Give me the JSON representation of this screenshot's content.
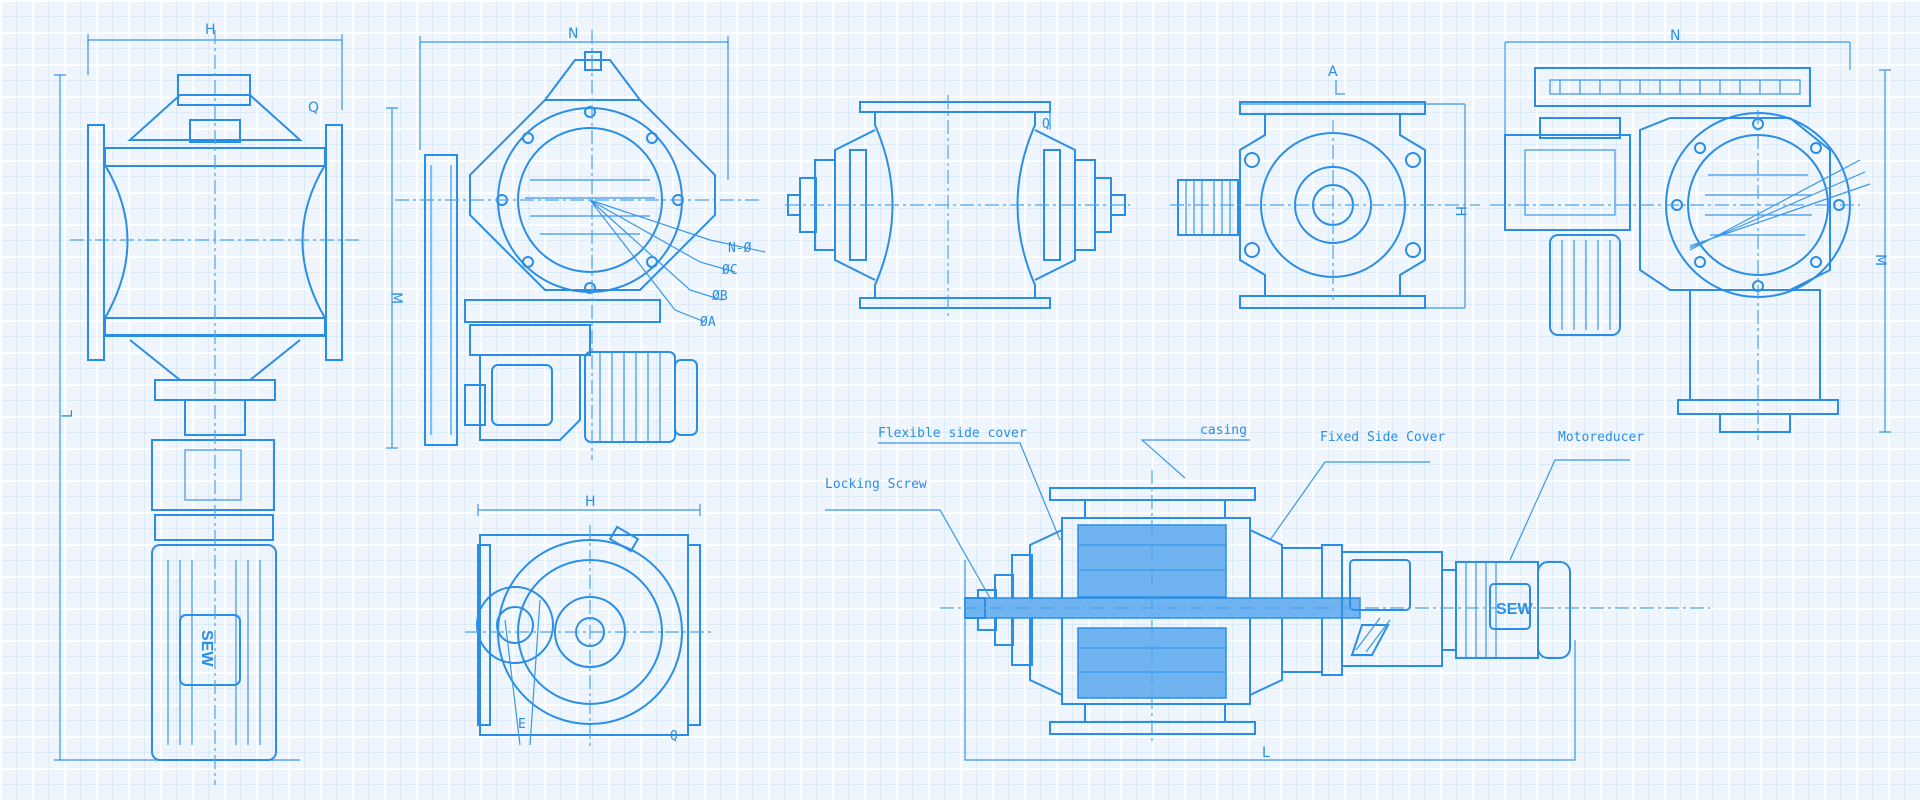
{
  "labels": {
    "flexible_side_cover": "Flexible side cover",
    "casing": "casing",
    "fixed_side_cover": "Fixed Side Cover",
    "motoreducer": "Motoreducer",
    "locking_screw": "Locking Screw"
  },
  "brand": {
    "motor_logo": "SEW"
  },
  "dimensions": {
    "H": "H",
    "N": "N",
    "L": "L",
    "M": "M",
    "A": "A",
    "Q": "Q",
    "E": "E",
    "N_dia": "N-Ø",
    "C_dia": "ØC",
    "B_dia": "ØB",
    "A_dia": "ØA"
  },
  "colors": {
    "line": "#2b8ee6",
    "background": "#eef5fc",
    "fill": "#6fb3f0"
  }
}
